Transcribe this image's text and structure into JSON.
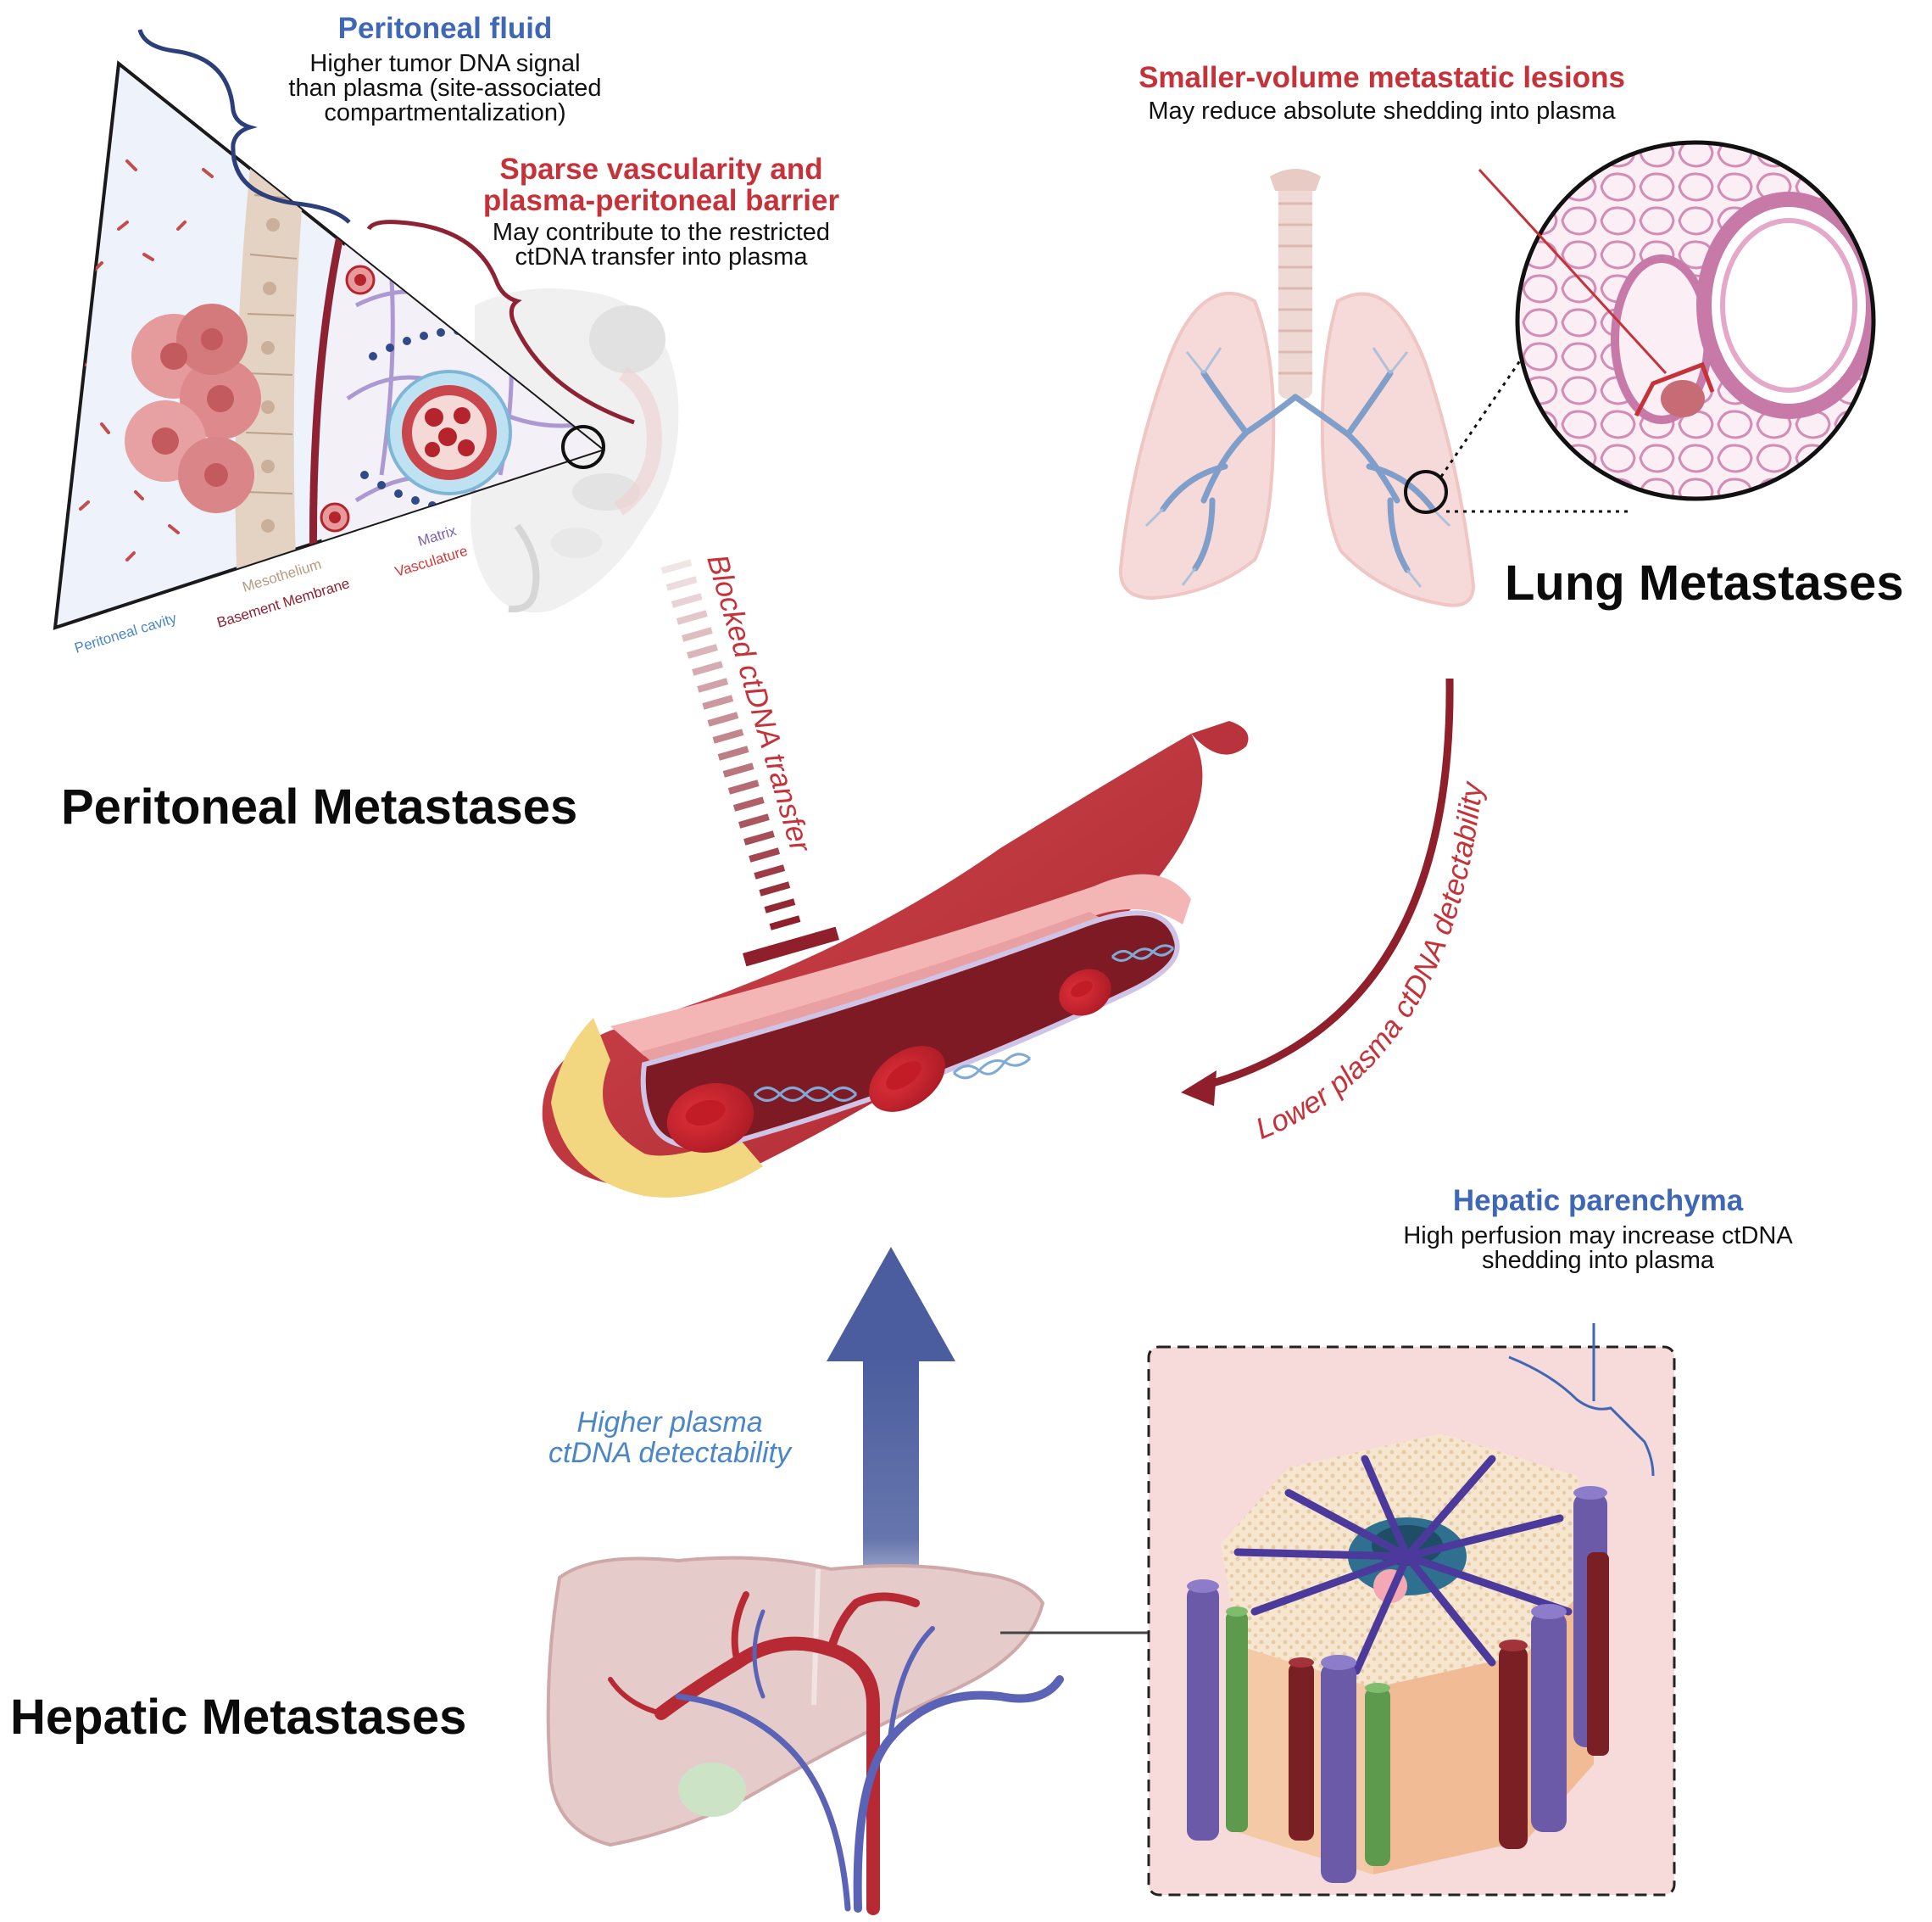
{
  "sections": {
    "peritoneal": "Peritoneal Metastases",
    "lung": "Lung Metastases",
    "hepatic": "Hepatic Metastases"
  },
  "annotations": {
    "peritoneal_fluid": {
      "title": "Peritoneal fluid",
      "line1": "Higher tumor DNA signal",
      "line2": "than plasma (site-associated",
      "line3": "compartmentalization)"
    },
    "sparse_vascularity": {
      "title1": "Sparse vascularity and",
      "title2": "plasma-peritoneal barrier",
      "line1": "May contribute to the restricted",
      "line2": "ctDNA transfer into plasma"
    },
    "smaller_lesions": {
      "title": "Smaller-volume metastatic lesions",
      "line1": "May reduce absolute shedding into plasma"
    },
    "hepatic_parenchyma": {
      "title": "Hepatic parenchyma",
      "line1": "High perfusion may increase ctDNA",
      "line2": "shedding into plasma"
    }
  },
  "wedge_labels": {
    "cavity": "Peritoneal cavity",
    "mesothelium": "Mesothelium",
    "basement": "Basement Membrane",
    "matrix": "Matrix",
    "vasculature": "Vasculature"
  },
  "arrows": {
    "blocked": "Blocked ctDNA transfer",
    "lower": "Lower plasma ctDNA detectability",
    "higher_line1": "Higher plasma",
    "higher_line2": "ctDNA detectability"
  },
  "colors": {
    "blue_heading": "#3f67b5",
    "red_heading": "#c6323a",
    "blood_vessel": "#b8333c",
    "up_arrow": "#4b5d9e",
    "blocked_bar": "#8e1f2b"
  }
}
